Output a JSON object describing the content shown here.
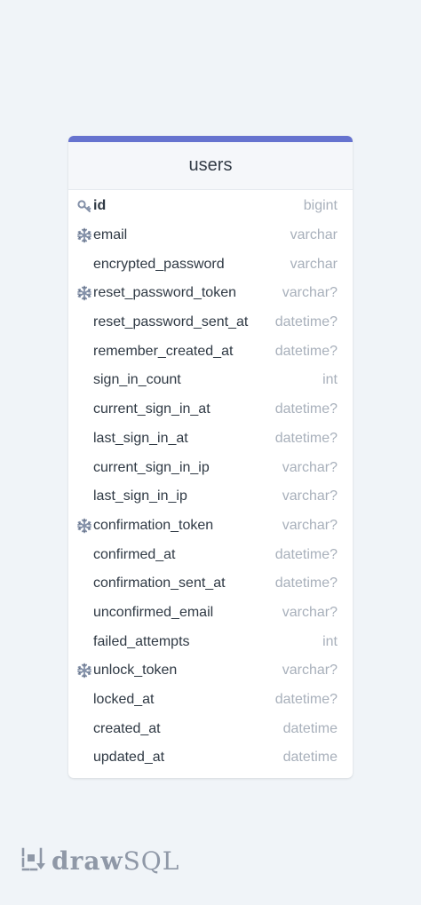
{
  "table": {
    "name": "users",
    "accent_color": "#6673cf",
    "columns": [
      {
        "name": "id",
        "type": "bigint",
        "icon": "key-icon",
        "primary": true
      },
      {
        "name": "email",
        "type": "varchar",
        "icon": "index-icon"
      },
      {
        "name": "encrypted_password",
        "type": "varchar",
        "icon": ""
      },
      {
        "name": "reset_password_token",
        "type": "varchar?",
        "icon": "index-icon"
      },
      {
        "name": "reset_password_sent_at",
        "type": "datetime?",
        "icon": ""
      },
      {
        "name": "remember_created_at",
        "type": "datetime?",
        "icon": ""
      },
      {
        "name": "sign_in_count",
        "type": "int",
        "icon": ""
      },
      {
        "name": "current_sign_in_at",
        "type": "datetime?",
        "icon": ""
      },
      {
        "name": "last_sign_in_at",
        "type": "datetime?",
        "icon": ""
      },
      {
        "name": "current_sign_in_ip",
        "type": "varchar?",
        "icon": ""
      },
      {
        "name": "last_sign_in_ip",
        "type": "varchar?",
        "icon": ""
      },
      {
        "name": "confirmation_token",
        "type": "varchar?",
        "icon": "index-icon"
      },
      {
        "name": "confirmed_at",
        "type": "datetime?",
        "icon": ""
      },
      {
        "name": "confirmation_sent_at",
        "type": "datetime?",
        "icon": ""
      },
      {
        "name": "unconfirmed_email",
        "type": "varchar?",
        "icon": ""
      },
      {
        "name": "failed_attempts",
        "type": "int",
        "icon": ""
      },
      {
        "name": "unlock_token",
        "type": "varchar?",
        "icon": "index-icon"
      },
      {
        "name": "locked_at",
        "type": "datetime?",
        "icon": ""
      },
      {
        "name": "created_at",
        "type": "datetime",
        "icon": ""
      },
      {
        "name": "updated_at",
        "type": "datetime",
        "icon": ""
      }
    ]
  },
  "branding": {
    "logo_bold": "draw",
    "logo_light": "SQL",
    "icon": "drawsql-logo-icon"
  }
}
